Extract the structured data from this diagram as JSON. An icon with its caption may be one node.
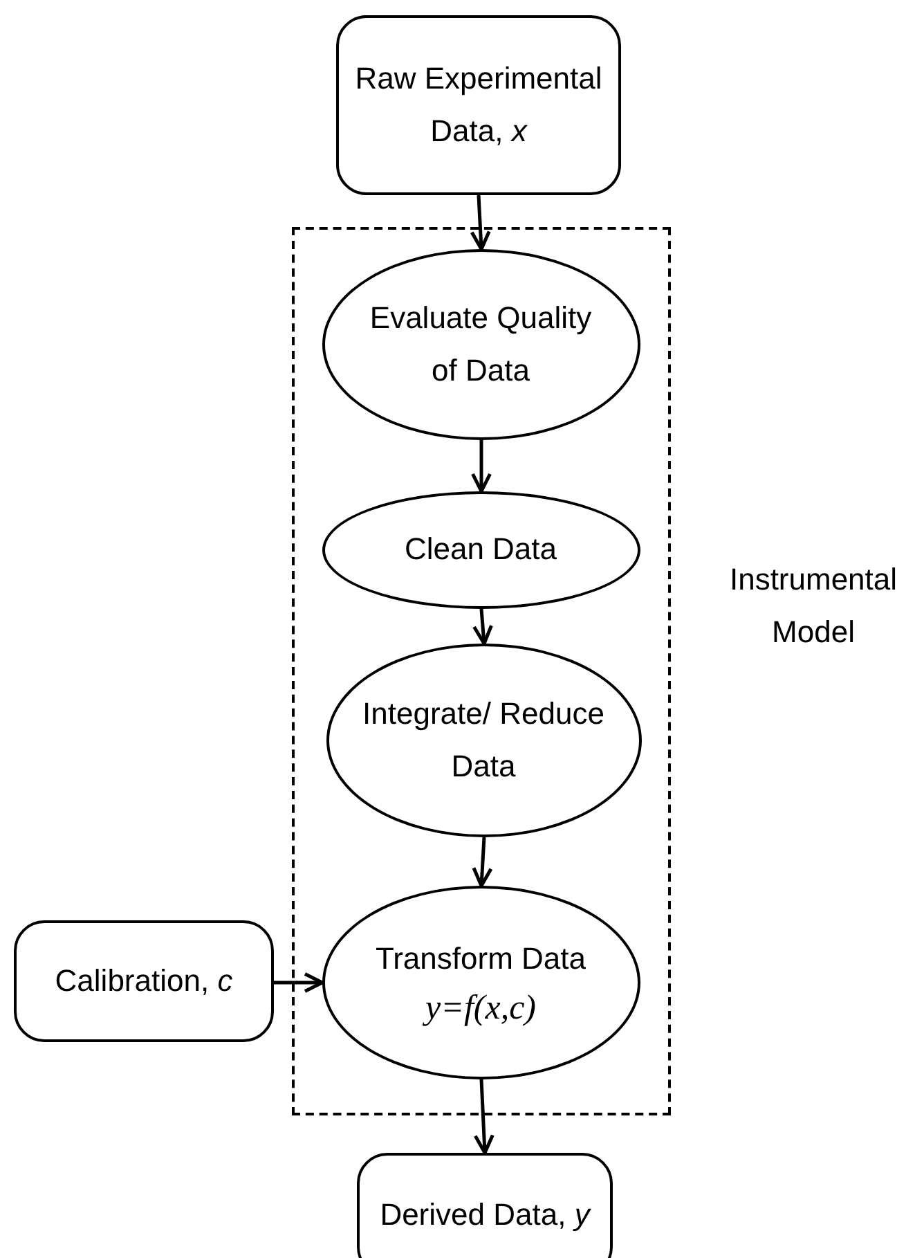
{
  "diagram": {
    "nodes": [
      {
        "text": [
          "Raw Experimental Data, *x*"
        ]
      },
      {
        "text": [
          "Instrumental Model"
        ]
      },
      {
        "text": [
          "Evaluate Quality of Data"
        ],
        "in": 1
      },
      {
        "text": [
          "Clean Data"
        ],
        "in": 1
      },
      {
        "text": [
          "Integrate/ Reduce Data"
        ],
        "in": 1
      },
      {
        "text": [
          "Transform Data",
          "y=f(x,c)"
        ],
        "in": 1
      },
      {
        "text": [
          "Calibration, *c*"
        ]
      },
      {
        "text": [
          "Derived Data, *y*"
        ]
      }
    ],
    "edges": [
      {
        "from": 0,
        "to": 2,
        "arrow": "to"
      },
      {
        "from": 2,
        "to": 3,
        "arrow": "to"
      },
      {
        "from": 3,
        "to": 4,
        "arrow": "to"
      },
      {
        "from": 4,
        "to": 5,
        "arrow": "to"
      },
      {
        "from": 6,
        "to": 5,
        "arrow": "to"
      },
      {
        "from": 5,
        "to": 7,
        "arrow": "to"
      }
    ]
  }
}
